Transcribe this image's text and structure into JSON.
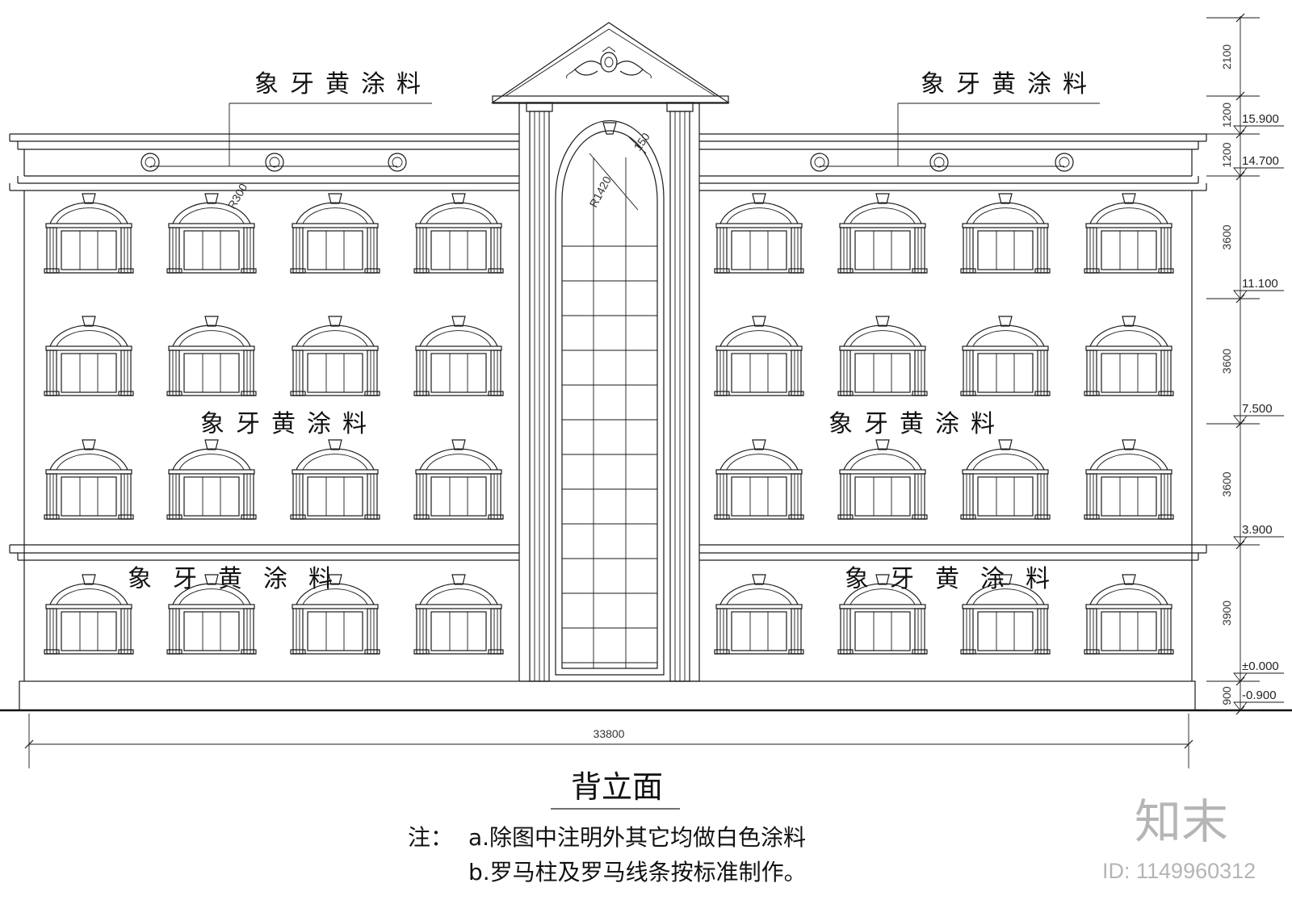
{
  "drawing": {
    "title": "背立面",
    "material_labels": [
      "象牙黄涂料",
      "象牙黄涂料",
      "象牙黄涂料",
      "象牙黄涂料",
      "象牙黄涂料",
      "象牙黄涂料"
    ],
    "radius_labels": {
      "small_arch": "R300",
      "large_arch": "R1420",
      "arch_band": "150"
    },
    "overall_width": "33800",
    "vertical_dimensions": [
      "2100",
      "1200",
      "1200",
      "3600",
      "3600",
      "3600",
      "3900",
      "900"
    ],
    "elevations": [
      "15.900",
      "14.700",
      "11.100",
      "7.500",
      "3.900",
      "±0.000",
      "-0.900"
    ],
    "notes": {
      "prefix": "注：",
      "a": "a.除图中注明外其它均做白色涂料",
      "b": "b.罗马柱及罗马线条按标准制作。"
    }
  },
  "watermark": {
    "brand": "知末",
    "id": "ID: 1149960312"
  }
}
